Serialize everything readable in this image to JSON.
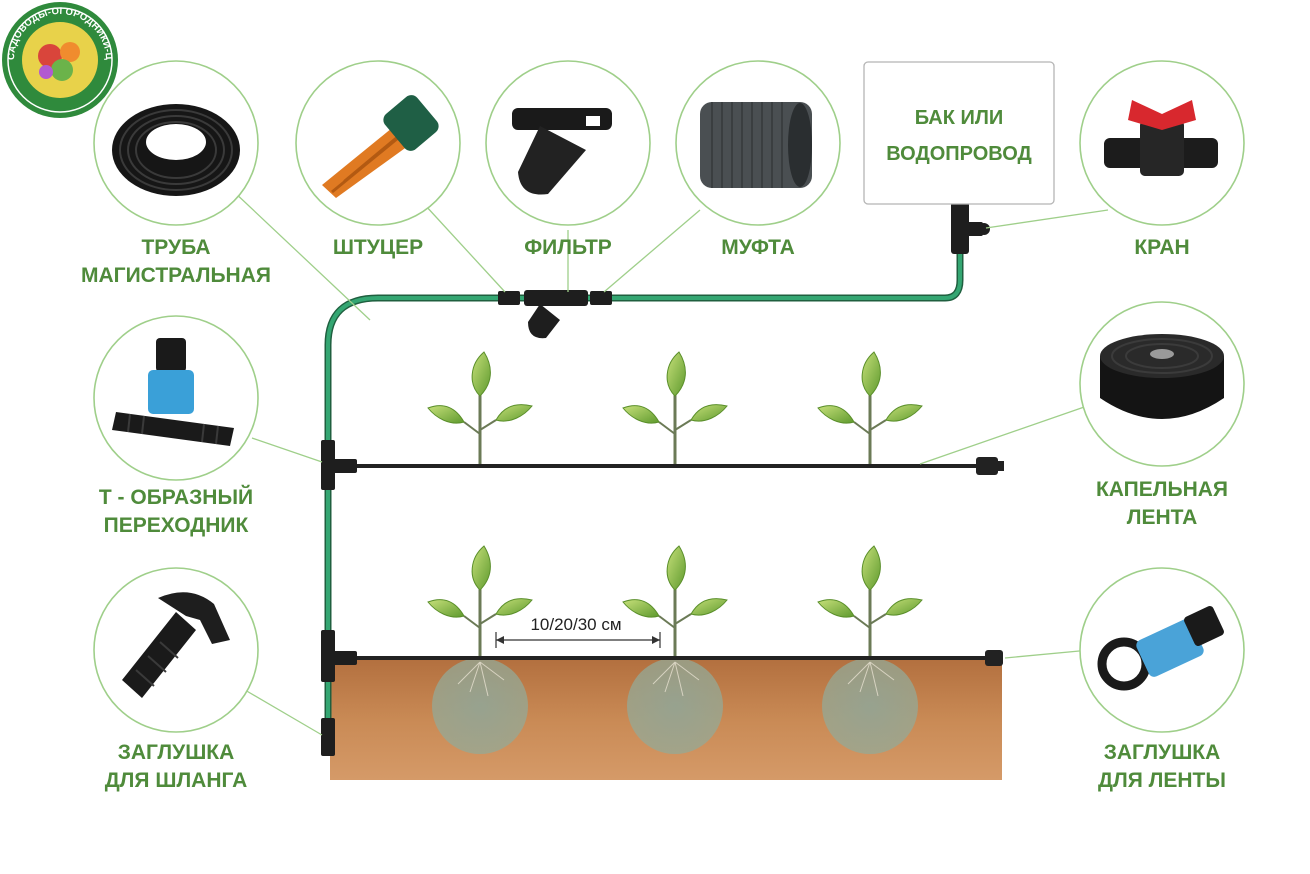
{
  "logo": {
    "text": "САДОВОДЫ-ОГОРОДНИКИ-ЦВЕТОВОДЫ РОССИИ"
  },
  "tank_label": {
    "line1": "БАК ИЛИ",
    "line2": "ВОДОПРОВОД"
  },
  "components": [
    {
      "id": "main-pipe",
      "icon": "coiled-pipe-icon",
      "lines": [
        "ТРУБА",
        "МАГИСТРАЛЬНАЯ"
      ]
    },
    {
      "id": "fitting",
      "icon": "hose-fitting-icon",
      "lines": [
        "ШТУЦЕР"
      ]
    },
    {
      "id": "filter",
      "icon": "water-filter-icon",
      "lines": [
        "ФИЛЬТР"
      ]
    },
    {
      "id": "coupling",
      "icon": "coupling-icon",
      "lines": [
        "МУФТА"
      ]
    },
    {
      "id": "valve",
      "icon": "valve-icon",
      "lines": [
        "КРАН"
      ]
    },
    {
      "id": "tee",
      "icon": "tee-connector-icon",
      "lines": [
        "Т - ОБРАЗНЫЙ",
        "ПЕРЕХОДНИК"
      ]
    },
    {
      "id": "drip-tape",
      "icon": "drip-tape-roll-icon",
      "lines": [
        "КАПЕЛЬНАЯ",
        "ЛЕНТА"
      ]
    },
    {
      "id": "hose-plug",
      "icon": "hose-plug-icon",
      "lines": [
        "ЗАГЛУШКА",
        "ДЛЯ ШЛАНГА"
      ]
    },
    {
      "id": "tape-plug",
      "icon": "tape-plug-icon",
      "lines": [
        "ЗАГЛУШКА",
        "ДЛЯ ЛЕНТЫ"
      ]
    }
  ],
  "spacing_label": "10/20/30 см",
  "colors": {
    "label_green": "#4f8b3b",
    "pipe_green": "#2e9a6a",
    "soil": "#c98a55",
    "circle_border": "#9fcf8a"
  }
}
